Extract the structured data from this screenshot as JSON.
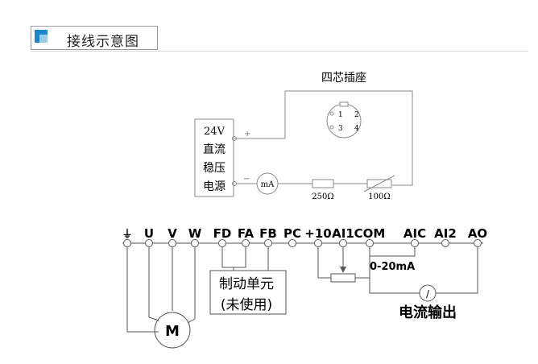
{
  "header": {
    "title": "接线示意图"
  },
  "socket": {
    "title": "四芯插座",
    "pins": [
      "1",
      "2",
      "3",
      "4"
    ]
  },
  "sensor_box": {
    "lines": [
      "24V",
      "直流",
      "稳压",
      "电源"
    ],
    "plus": "+",
    "minus": "−"
  },
  "meter": {
    "label": "mA"
  },
  "resistors": [
    {
      "label": "250Ω"
    },
    {
      "label": "100Ω"
    }
  ],
  "terminals": [
    {
      "label": "⏚"
    },
    {
      "label": "U"
    },
    {
      "label": "V"
    },
    {
      "label": "W"
    },
    {
      "label": "FD"
    },
    {
      "label": "FA"
    },
    {
      "label": "FB"
    },
    {
      "label": "PC"
    },
    {
      "label": "+10"
    },
    {
      "label": "AI1"
    },
    {
      "label": "COM"
    },
    {
      "label": "AIC"
    },
    {
      "label": "AI2"
    },
    {
      "label": "AO"
    }
  ],
  "motor": {
    "label": "M"
  },
  "brake_unit": {
    "line1": "制动单元",
    "line2": "(未使用)"
  },
  "current_range": {
    "label": "0-20mA"
  },
  "current_output": {
    "label": "电流输出"
  },
  "output_meter": {
    "label": "/"
  }
}
